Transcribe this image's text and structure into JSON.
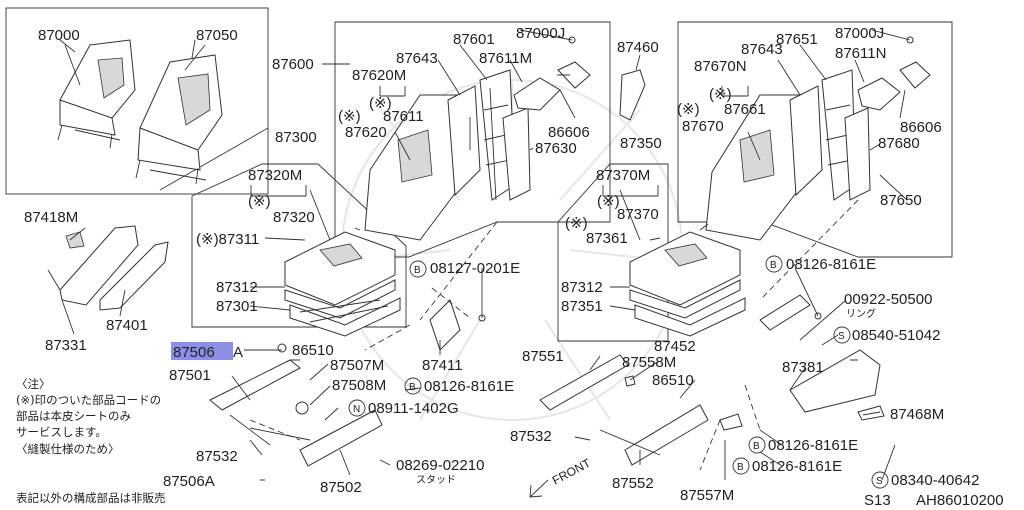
{
  "labels": {
    "p87000": "87000",
    "p87050": "87050",
    "p87600": "87600",
    "p87601": "87601",
    "p87000J_l": "87000J",
    "p87643_l": "87643",
    "p87611M": "87611M",
    "p87620M": "87620M",
    "ast_l1": "(※)",
    "ast_l2": "(※)",
    "p87611": "87611",
    "p87620": "87620",
    "p86606_l": "86606",
    "p87630": "87630",
    "p87460": "87460",
    "p87651": "87651",
    "p87000J_r": "87000J",
    "p87643_r": "87643",
    "p87611N": "87611N",
    "p87670N": "87670N",
    "ast_r1": "(※)",
    "ast_r2": "(※)",
    "p87661": "87661",
    "p87670": "87670",
    "p86606_r": "86606",
    "p87680": "87680",
    "p87650": "87650",
    "p87300": "87300",
    "p87320M": "87320M",
    "ast_m1": "(※)",
    "p87320": "87320",
    "ast_87311": "(※)87311",
    "p87312_l": "87312",
    "p87301": "87301",
    "p87350": "87350",
    "p87370M": "87370M",
    "ast_m2": "(※)",
    "p87370": "87370",
    "ast_m3": "(※)",
    "p87361": "87361",
    "p87312_r": "87312",
    "p87351": "87351",
    "p87418M": "87418M",
    "p87401": "87401",
    "p87331": "87331",
    "p87506A_hl": "87506",
    "p87506A_suffix": "A",
    "p86510_l": "86510",
    "p87501": "87501",
    "p87507M": "87507M",
    "p87508M": "87508M",
    "p87411": "87411",
    "b08126_8161E_c": "08126-8161E",
    "n08911_1402G": "08911-1402G",
    "p87532_l": "87532",
    "p87506A_b": "87506A",
    "p87502": "87502",
    "p08269_02210": "08269-02210",
    "stud": "スタッド",
    "b08127_0201E": "08127-0201E",
    "p87551": "87551",
    "p87558M": "87558M",
    "p86510_r": "86510",
    "p87532_r": "87532",
    "p87552": "87552",
    "p87557M": "87557M",
    "front": "FRONT",
    "b08126_8161E_tr": "08126-8161E",
    "p00922_50500": "00922-50500",
    "ring": "リング",
    "s08540_51042": "08540-51042",
    "p87452": "87452",
    "p87381": "87381",
    "p87468M": "87468M",
    "b08126_8161E_r1": "08126-8161E",
    "b08126_8161E_r2": "08126-8161E",
    "s08340_40642": "08340-40642",
    "b_mark": "B",
    "s_mark": "S",
    "n_mark": "N"
  },
  "notes": {
    "line1": "〈注〉",
    "line2": "(※)印のついた部品コードの",
    "line3": "部品は本皮シートのみ",
    "line4": "サービスします。",
    "line5": "〈縫製仕様のため〉",
    "footer": "表記以外の構成部品は非販売"
  },
  "footer": {
    "section": "S13",
    "code": "AH86010200"
  }
}
